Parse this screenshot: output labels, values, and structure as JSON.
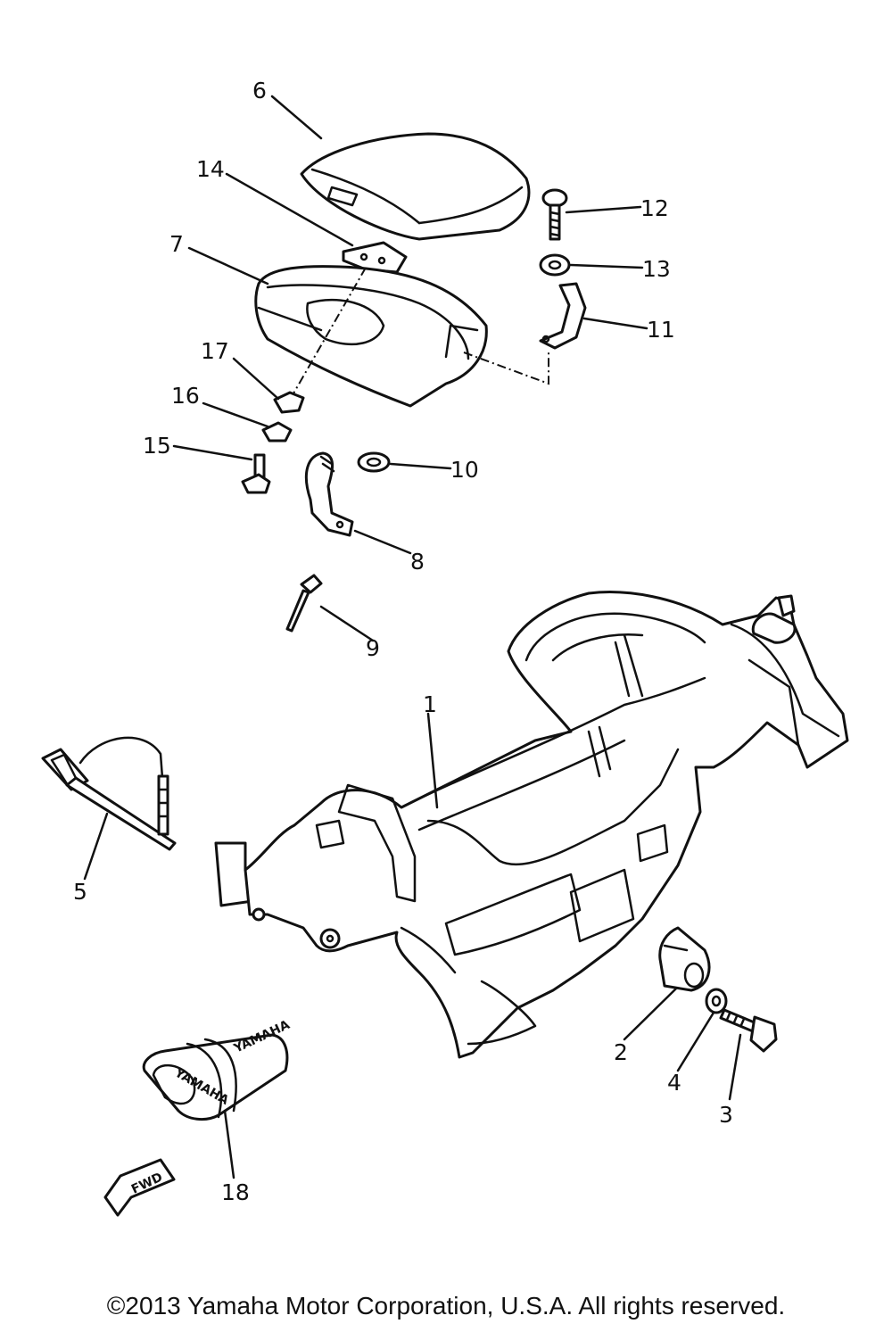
{
  "diagram": {
    "callouts": [
      {
        "id": "1",
        "label": "1"
      },
      {
        "id": "2",
        "label": "2"
      },
      {
        "id": "3",
        "label": "3"
      },
      {
        "id": "4",
        "label": "4"
      },
      {
        "id": "5",
        "label": "5"
      },
      {
        "id": "6",
        "label": "6"
      },
      {
        "id": "7",
        "label": "7"
      },
      {
        "id": "8",
        "label": "8"
      },
      {
        "id": "9",
        "label": "9"
      },
      {
        "id": "10",
        "label": "10"
      },
      {
        "id": "11",
        "label": "11"
      },
      {
        "id": "12",
        "label": "12"
      },
      {
        "id": "13",
        "label": "13"
      },
      {
        "id": "14",
        "label": "14"
      },
      {
        "id": "15",
        "label": "15"
      },
      {
        "id": "16",
        "label": "16"
      },
      {
        "id": "17",
        "label": "17"
      },
      {
        "id": "18",
        "label": "18"
      }
    ],
    "direction_arrow_text": "FWD",
    "band_texts": [
      "YAMAHA",
      "YAMAHA"
    ]
  },
  "footer": {
    "copyright": "©2013 Yamaha Motor Corporation, U.S.A. All rights reserved."
  }
}
